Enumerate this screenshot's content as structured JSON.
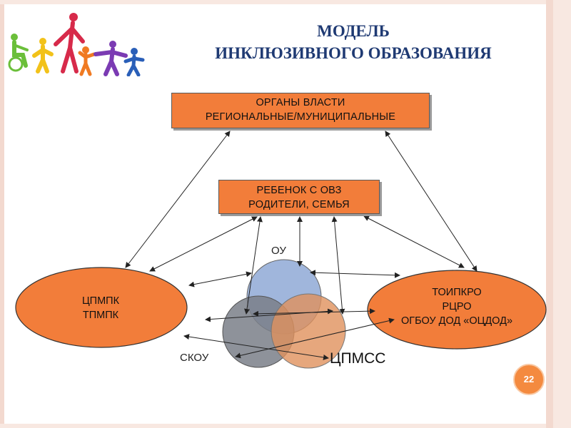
{
  "slide": {
    "title_line1": "МОДЕЛЬ",
    "title_line2": "ИНКЛЮЗИВНОГО ОБРАЗОВАНИЯ",
    "page_number": "22"
  },
  "nodes": {
    "authorities": {
      "line1": "ОРГАНЫ ВЛАСТИ",
      "line2": "РЕГИОНАЛЬНЫЕ/МУНИЦИПАЛЬНЫЕ"
    },
    "child": {
      "line1": "РЕБЕНОК С ОВЗ",
      "line2": "РОДИТЕЛИ, СЕМЬЯ"
    },
    "left_ellipse": {
      "line1": "ЦПМПК",
      "line2": "ТПМПК"
    },
    "right_ellipse": {
      "line1": "ТОИПКРО",
      "line2": "РЦРО",
      "line3": "ОГБОУ ДОД «ОЦДОД»"
    },
    "ou": "ОУ",
    "skou": "СКОУ",
    "cpmss": "ЦПМСС"
  },
  "colors": {
    "box_fill": "#f27d3a",
    "title": "#1f3a73",
    "circle_ou": "#8fa9d6",
    "circle_skou": "#7a7f88",
    "circle_cpmss": "#e0915c"
  }
}
